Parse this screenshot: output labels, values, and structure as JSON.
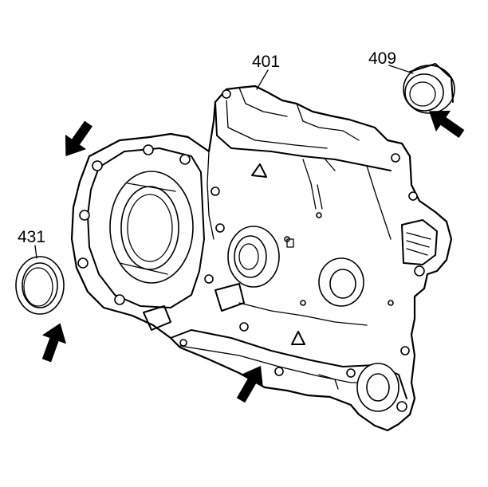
{
  "callouts": [
    {
      "id": "case",
      "text": "401"
    },
    {
      "id": "seal_right",
      "text": "409"
    },
    {
      "id": "seal_left",
      "text": "431"
    }
  ]
}
